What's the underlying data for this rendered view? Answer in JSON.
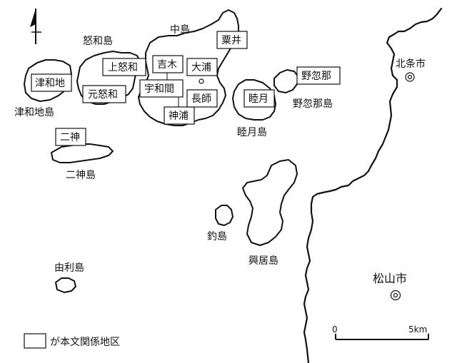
{
  "north_symbol": "north-arrow",
  "islands": {
    "nuwa": "怒和島",
    "nakajima": "中島",
    "tsuwaji": "津和地島",
    "futagami": "二神島",
    "mutsuki": "睦月島",
    "nogutsuna": "野忽那島",
    "tsurishima": "釣島",
    "gogoshima": "興居島",
    "yurijima": "由利島"
  },
  "districts": {
    "tsuwaji": "津和地",
    "kaminuwa": "上怒和",
    "motonuwa": "元怒和",
    "futagami": "二神",
    "yoshiki": "吉木",
    "uwama": "宇和間",
    "kannoura": "神浦",
    "ooura": "大浦",
    "nagashi": "長師",
    "kurii": "粟井",
    "mutsuki": "睦月",
    "nogutsuna": "野忽那"
  },
  "cities": {
    "hojo": "北条市",
    "matsuyama": "松山市"
  },
  "scale": {
    "start": "0",
    "end": "5km"
  },
  "legend": {
    "text": "が本文関係地区"
  }
}
